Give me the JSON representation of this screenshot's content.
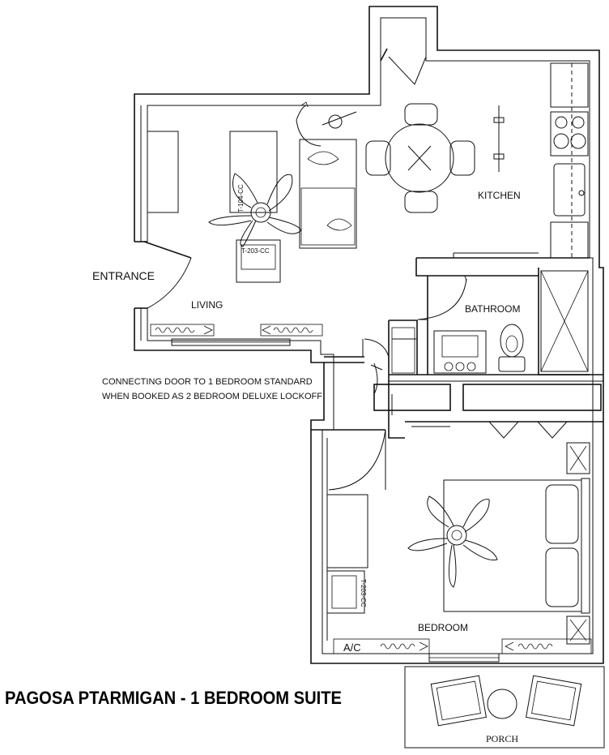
{
  "title": "PAGOSA PTARMIGAN - 1 BEDROOM SUITE",
  "rooms": {
    "entrance": "ENTRANCE",
    "living": "LIVING",
    "kitchen": "KITCHEN",
    "bathroom": "BATHROOM",
    "bedroom": "BEDROOM",
    "porch": "PORCH"
  },
  "note": {
    "line1": "CONNECTING DOOR TO 1 BEDROOM STANDARD",
    "line2": "WHEN BOOKED AS 2 BEDROOM DELUXE LOCKOFF"
  },
  "fixtures": {
    "ac": "A/C",
    "living_table_tag": "T-104-CC",
    "living_chair_tag": "T-203-CC",
    "bedroom_chair_tag": "T-203-CC"
  }
}
